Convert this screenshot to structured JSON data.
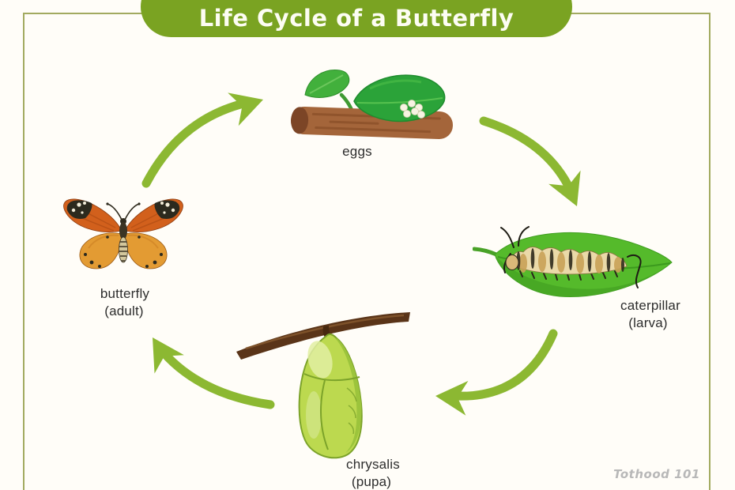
{
  "title": "Life Cycle of a Butterfly",
  "watermark": "Tothood 101",
  "colors": {
    "banner_green": "#7aa322",
    "arrow_green": "#8cb832",
    "frame_olive": "#a2aa60",
    "label_text": "#2d2d2d",
    "watermark_gray": "#b8b8b8"
  },
  "stages": [
    {
      "id": "eggs",
      "label": "eggs",
      "sublabel": ""
    },
    {
      "id": "caterpillar",
      "label": "caterpillar",
      "sublabel": "(larva)"
    },
    {
      "id": "chrysalis",
      "label": "chrysalis",
      "sublabel": "(pupa)"
    },
    {
      "id": "butterfly",
      "label": "butterfly",
      "sublabel": "(adult)"
    }
  ],
  "cycle_order": [
    "eggs",
    "caterpillar (larva)",
    "chrysalis (pupa)",
    "butterfly (adult)"
  ]
}
